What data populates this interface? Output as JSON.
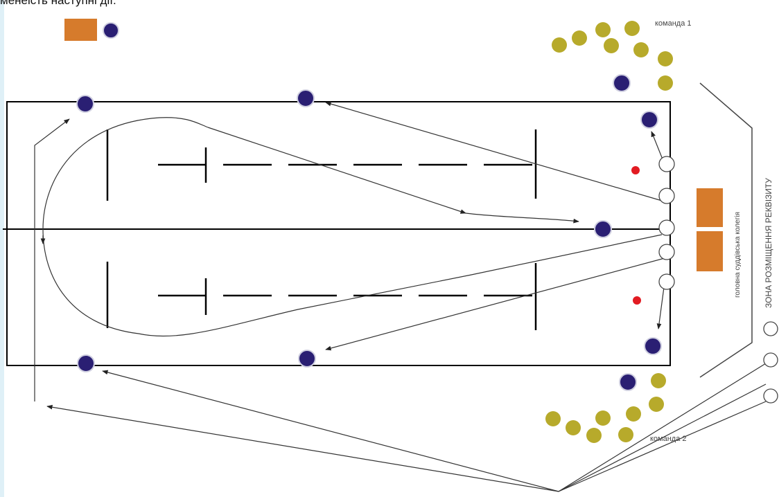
{
  "caption_top": "менеість наступні дії.",
  "team1_label": "команда 1",
  "team2_label": "команда 2",
  "judges_label": "головна суддівська колегія",
  "equipment_zone_label": "ЗОНА РОЗМІЩЕННЯ РЕКВІЗИТУ",
  "colors": {
    "field_line": "#000000",
    "arrow": "#333333",
    "official": "#2a1f73",
    "player": "#b7aa2b",
    "judges_table": "#d67b2c",
    "marker": "#e21b22",
    "strip": "#dff0f7"
  },
  "icons": [
    "official-circle-icon",
    "player-circle-icon",
    "judges-table-icon",
    "red-marker-icon",
    "ring-marker-icon"
  ]
}
